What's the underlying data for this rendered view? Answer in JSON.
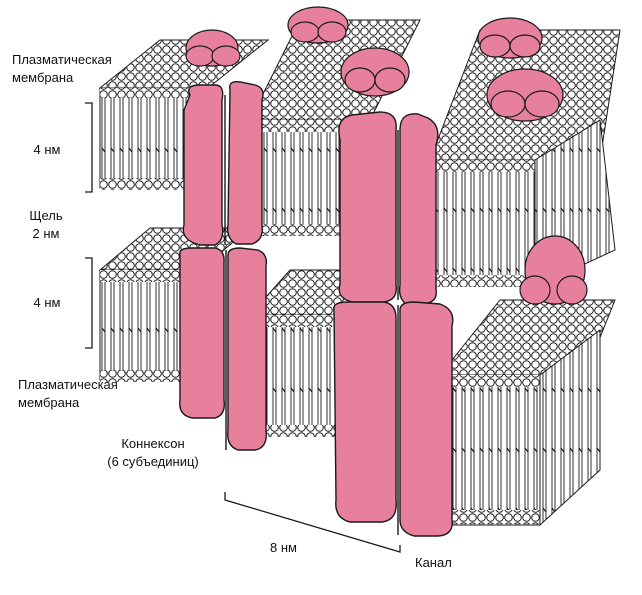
{
  "labels": {
    "top_membrane_1": "Плазматическая",
    "top_membrane_2": "мембрана",
    "thickness_top": "4 нм",
    "gap_1": "Щель",
    "gap_2": "2 нм",
    "thickness_bottom": "4 нм",
    "bottom_membrane_1": "Плазматическая",
    "bottom_membrane_2": "мембрана",
    "connexon_1": "Коннексон",
    "connexon_2": "(6 субъединиц)",
    "width": "8 нм",
    "channel": "Канал"
  },
  "colors": {
    "protein": "#e7809c",
    "protein_outline": "#1a1a1a",
    "lipid_head": "#ffffff",
    "line": "#1a1a1a"
  }
}
